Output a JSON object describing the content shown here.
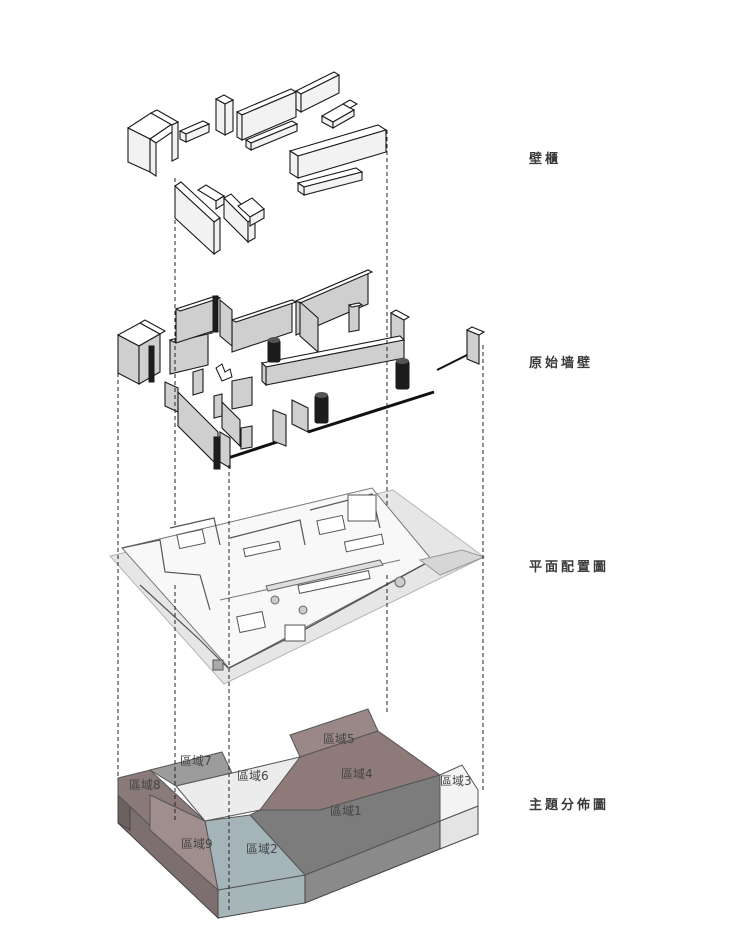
{
  "layers": {
    "cabinets": "壁櫃",
    "original_walls": "原始墙壁",
    "floor_plan": "平面配置圖",
    "zone_distribution": "主題分佈圖"
  },
  "zones": {
    "z1": "區域1",
    "z2": "區域2",
    "z3": "區域3",
    "z4": "區域4",
    "z5": "區域5",
    "z6": "區域6",
    "z7": "區域7",
    "z8": "區域8",
    "z9": "區域9"
  }
}
